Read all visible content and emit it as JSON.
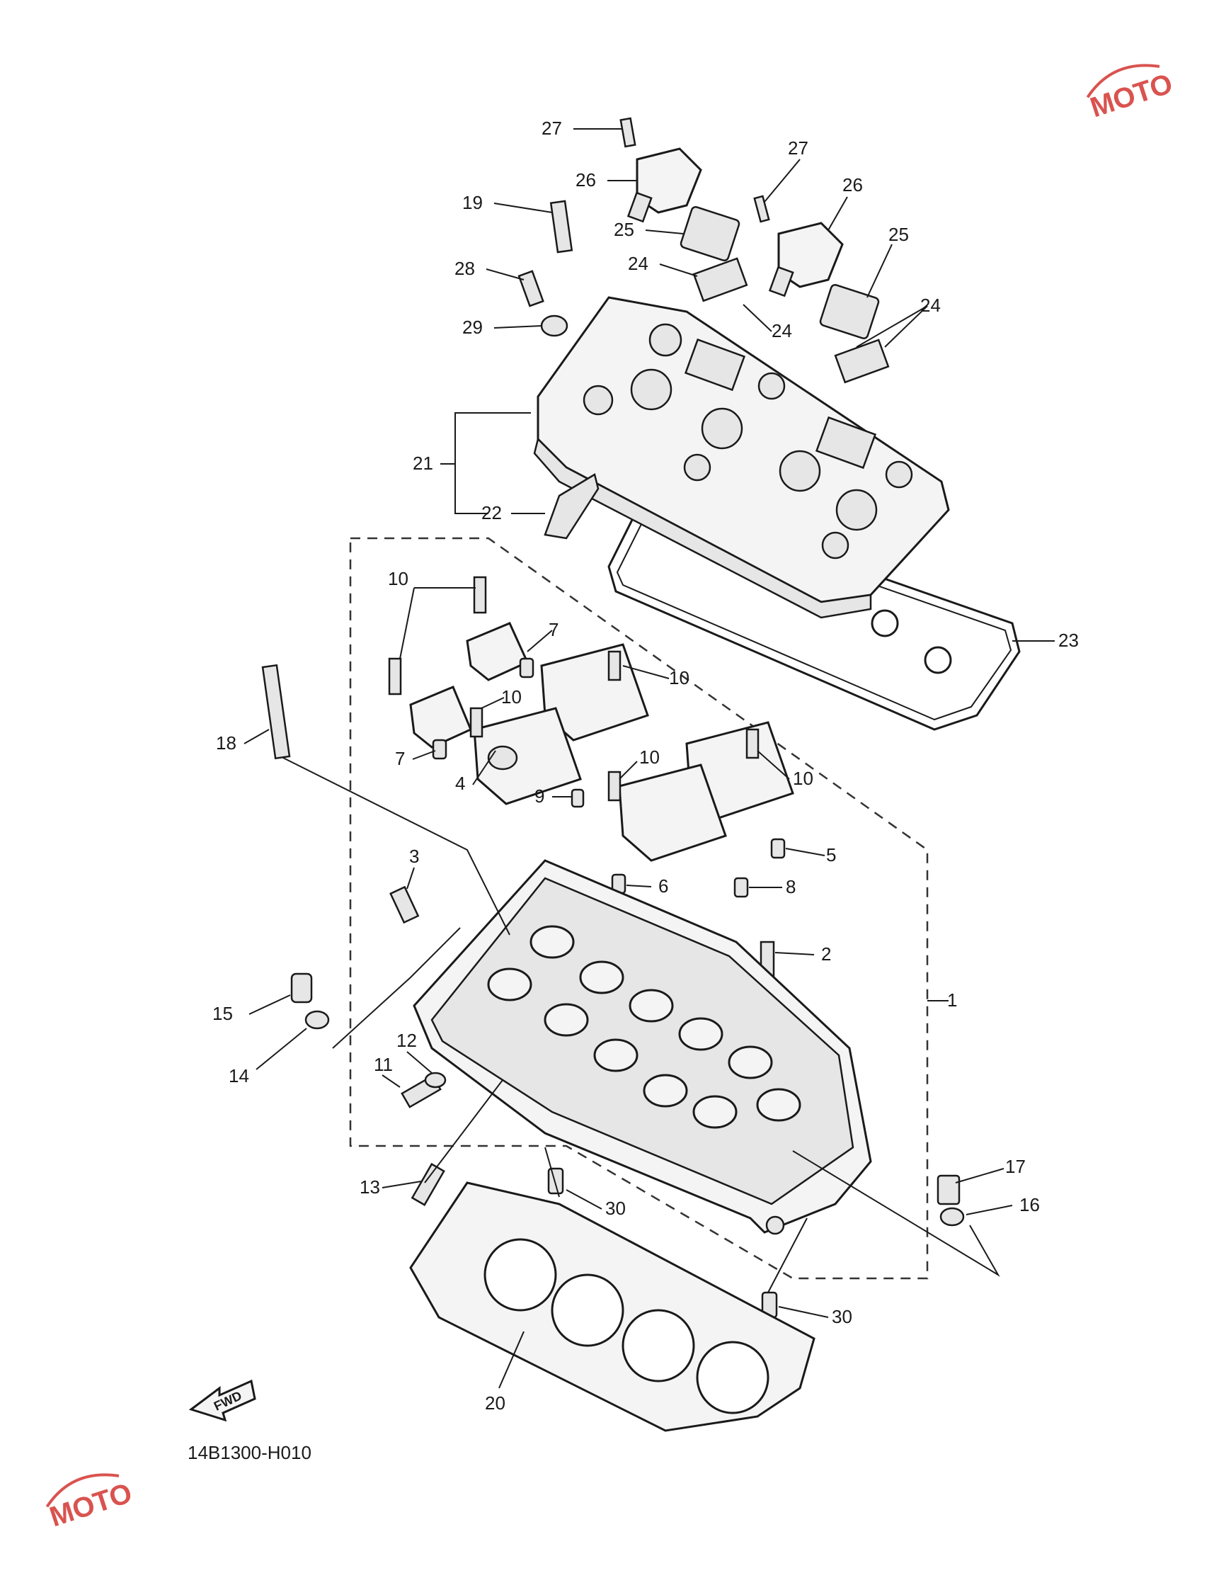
{
  "diagram": {
    "reference_code": "14B1300-H010",
    "fwd_label": "FWD",
    "watermark": "MOTO",
    "callouts": [
      {
        "id": "c1",
        "label": "1"
      },
      {
        "id": "c2",
        "label": "2"
      },
      {
        "id": "c3",
        "label": "3"
      },
      {
        "id": "c4",
        "label": "4"
      },
      {
        "id": "c5",
        "label": "5"
      },
      {
        "id": "c6",
        "label": "6"
      },
      {
        "id": "c7a",
        "label": "7"
      },
      {
        "id": "c7b",
        "label": "7"
      },
      {
        "id": "c8",
        "label": "8"
      },
      {
        "id": "c9",
        "label": "9"
      },
      {
        "id": "c10a",
        "label": "10"
      },
      {
        "id": "c10b",
        "label": "10"
      },
      {
        "id": "c10c",
        "label": "10"
      },
      {
        "id": "c10d",
        "label": "10"
      },
      {
        "id": "c10e",
        "label": "10"
      },
      {
        "id": "c11",
        "label": "11"
      },
      {
        "id": "c12",
        "label": "12"
      },
      {
        "id": "c13",
        "label": "13"
      },
      {
        "id": "c14",
        "label": "14"
      },
      {
        "id": "c15",
        "label": "15"
      },
      {
        "id": "c16",
        "label": "16"
      },
      {
        "id": "c17",
        "label": "17"
      },
      {
        "id": "c18",
        "label": "18"
      },
      {
        "id": "c19",
        "label": "19"
      },
      {
        "id": "c20",
        "label": "20"
      },
      {
        "id": "c21",
        "label": "21"
      },
      {
        "id": "c22",
        "label": "22"
      },
      {
        "id": "c23",
        "label": "23"
      },
      {
        "id": "c24a",
        "label": "24"
      },
      {
        "id": "c24b",
        "label": "24"
      },
      {
        "id": "c24c",
        "label": "24"
      },
      {
        "id": "c25a",
        "label": "25"
      },
      {
        "id": "c25b",
        "label": "25"
      },
      {
        "id": "c26a",
        "label": "26"
      },
      {
        "id": "c26b",
        "label": "26"
      },
      {
        "id": "c27a",
        "label": "27"
      },
      {
        "id": "c27b",
        "label": "27"
      },
      {
        "id": "c28",
        "label": "28"
      },
      {
        "id": "c29",
        "label": "29"
      },
      {
        "id": "c30a",
        "label": "30"
      },
      {
        "id": "c30b",
        "label": "30"
      }
    ]
  }
}
